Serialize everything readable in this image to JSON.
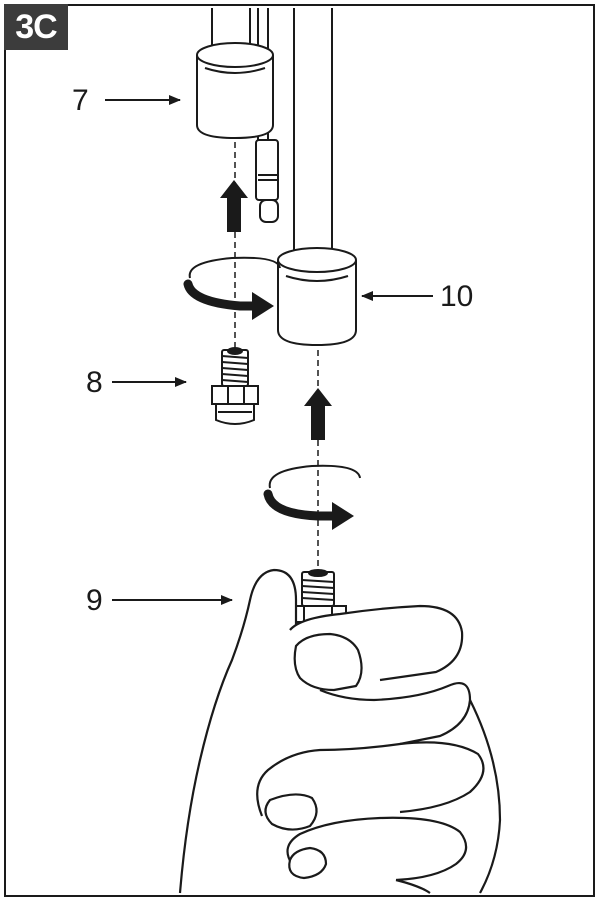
{
  "step_label": "3C",
  "callouts": {
    "part_7": "7",
    "part_8": "8",
    "part_9": "9",
    "part_10": "10"
  },
  "colors": {
    "line": "#1a1a1a",
    "badge_bg": "#3c3c3c",
    "badge_text": "#ffffff",
    "fill": "#ffffff"
  },
  "icons": [
    "arrow-up-icon",
    "rotate-clockwise-icon",
    "leader-arrow-icon"
  ]
}
